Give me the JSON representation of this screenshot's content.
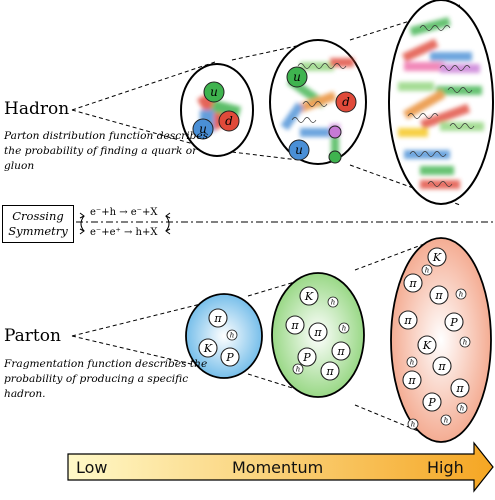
{
  "hadron_label": "Hadron",
  "hadron_description": "Parton distribution function describes the probability of finding a quark or gluon",
  "parton_label": "Parton",
  "parton_description": "Fragmentation function describes the probability of producing a specific hadron.",
  "crossing_symmetry": {
    "line1": "Crossing",
    "line2": "Symmetry"
  },
  "reactions": [
    "e⁻+h → e⁻+X",
    "e⁻+e⁺ → h+X"
  ],
  "momentum_arrow": {
    "low": "Low",
    "middle": "Momentum",
    "high": "High"
  },
  "quark_labels": {
    "u": "u",
    "d": "d"
  },
  "hadron_symbols": {
    "pi": "π",
    "K": "K",
    "P": "P",
    "h": "h"
  },
  "colors": {
    "blue_blob": "#69b8e8",
    "green_blob": "#8fd47a",
    "salmon_blob": "#f3a488",
    "arrow_start": "#fff9c8",
    "arrow_end": "#f5a623",
    "quark_green": "#3fb34f",
    "quark_blue": "#4a8fd6",
    "quark_red": "#e04a3a"
  }
}
